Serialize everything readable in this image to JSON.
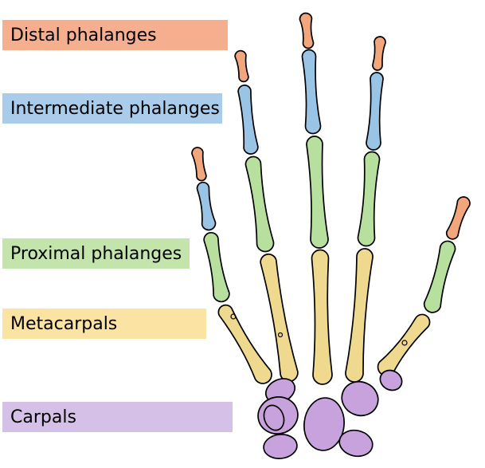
{
  "labels": [
    {
      "id": "distal",
      "text": "Distal phalanges",
      "box_color": "#F5AE8E"
    },
    {
      "id": "intermediate",
      "text": "Intermediate phalanges",
      "box_color": "#A8CCE9"
    },
    {
      "id": "proximal",
      "text": "Proximal phalanges",
      "box_color": "#C3E5AC"
    },
    {
      "id": "metacarpals",
      "text": "Metacarpals",
      "box_color": "#FAE3A3"
    },
    {
      "id": "carpals",
      "text": "Carpals",
      "box_color": "#D5C1E7"
    }
  ],
  "bone_colors": {
    "distal": "#F2A67C",
    "intermediate": "#99C4E6",
    "proximal": "#B7E09E",
    "metacarpal": "#EFD98E",
    "carpal": "#C8A2DC",
    "outline": "#000000"
  }
}
